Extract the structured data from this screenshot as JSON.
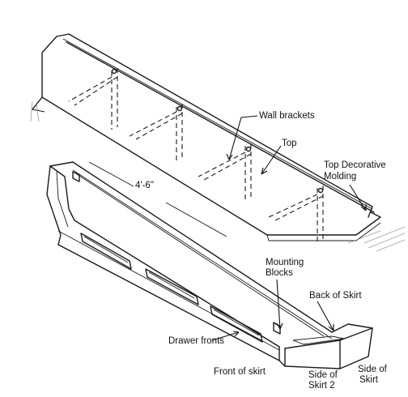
{
  "labels": {
    "wall_brackets": "Wall brackets",
    "top": "Top",
    "top_decorative_molding_1": "Top Decorative",
    "top_decorative_molding_2": "Molding",
    "dimension": "4'-6\"",
    "mounting_blocks_1": "Mounting",
    "mounting_blocks_2": "Blocks",
    "back_of_skirt": "Back of Skirt",
    "drawer_fronts": "Drawer fronts",
    "front_of_skirt": "Front of skirt",
    "side_of_skirt_2_1": "Side of",
    "side_of_skirt_2_2": "Skirt 2",
    "side_of_skirt_1": "Side of",
    "side_of_skirt_2": "Skirt"
  }
}
